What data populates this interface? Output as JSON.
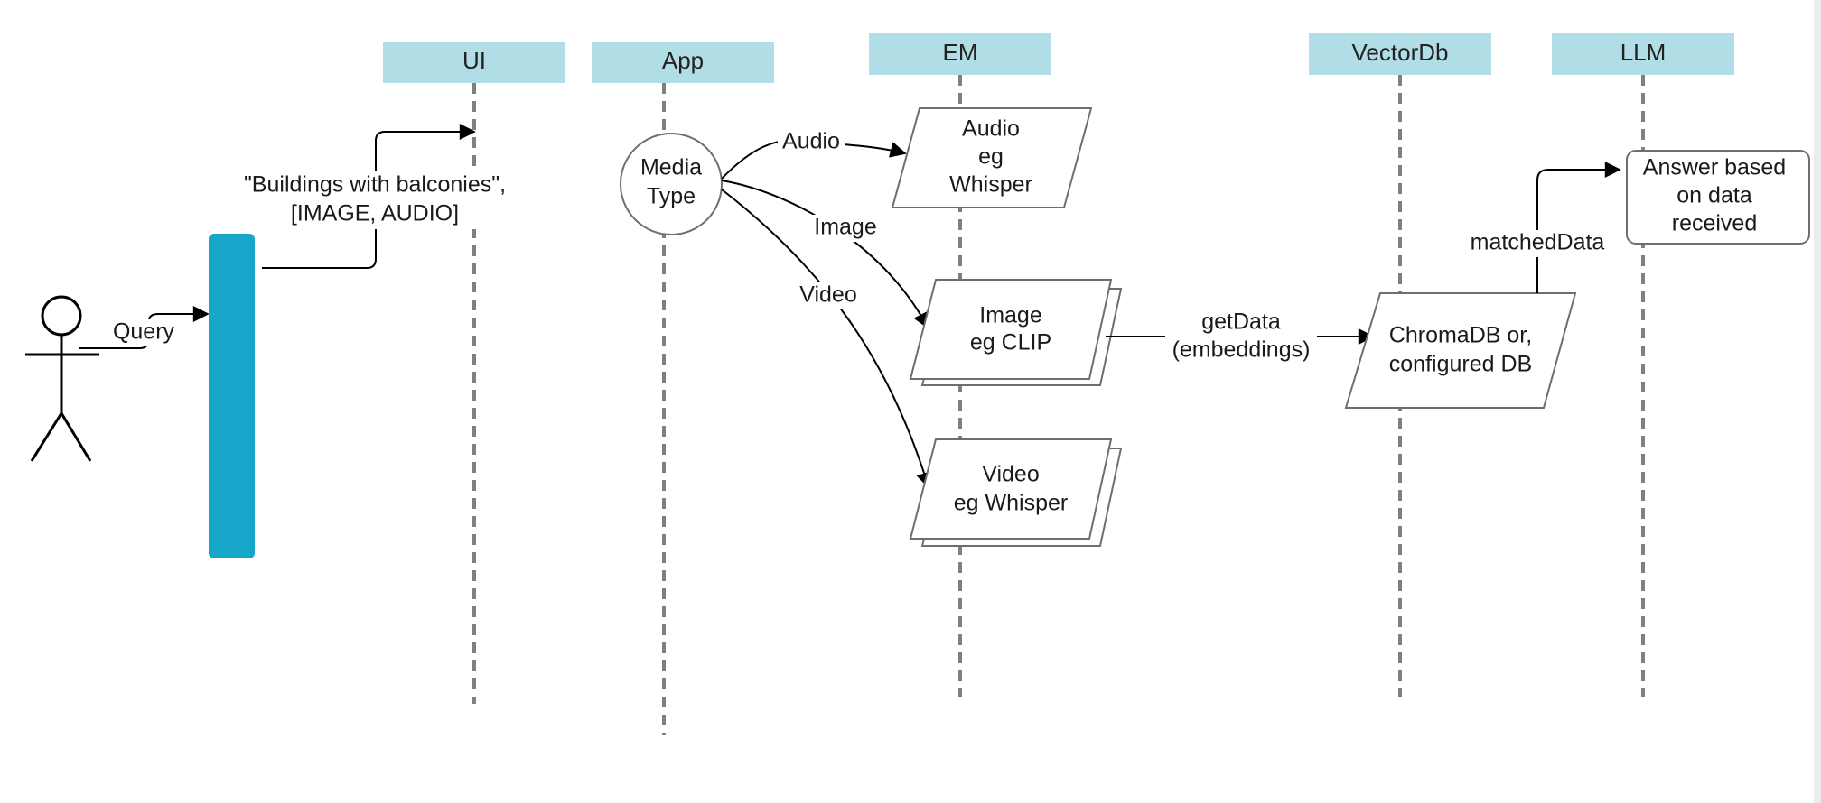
{
  "lanes": {
    "ui": "UI",
    "app": "App",
    "em": "EM",
    "vectordb": "VectorDb",
    "llm": "LLM"
  },
  "actor": {
    "query_label": "Query"
  },
  "ui_message": {
    "line1": "\"Buildings with balconies\",",
    "line2": "[IMAGE, AUDIO]"
  },
  "media_type": {
    "line1": "Media",
    "line2": "Type"
  },
  "routes": {
    "audio": "Audio",
    "image": "Image",
    "video": "Video"
  },
  "models": {
    "audio": {
      "line1": "Audio",
      "line2": "eg",
      "line3": "Whisper"
    },
    "image": {
      "line1": "Image",
      "line2": "eg CLIP"
    },
    "video": {
      "line1": "Video",
      "line2": "eg Whisper"
    }
  },
  "get_data": {
    "line1": "getData",
    "line2": "(embeddings)"
  },
  "db": {
    "line1": "ChromaDB or,",
    "line2": "configured DB"
  },
  "matched_label": "matchedData",
  "answer": {
    "line1": "Answer based",
    "line2": "on data",
    "line3": "received"
  },
  "colors": {
    "lane_header": "#b1dde6",
    "activation_bar": "#16a6c9",
    "lifeline": "#808080"
  }
}
